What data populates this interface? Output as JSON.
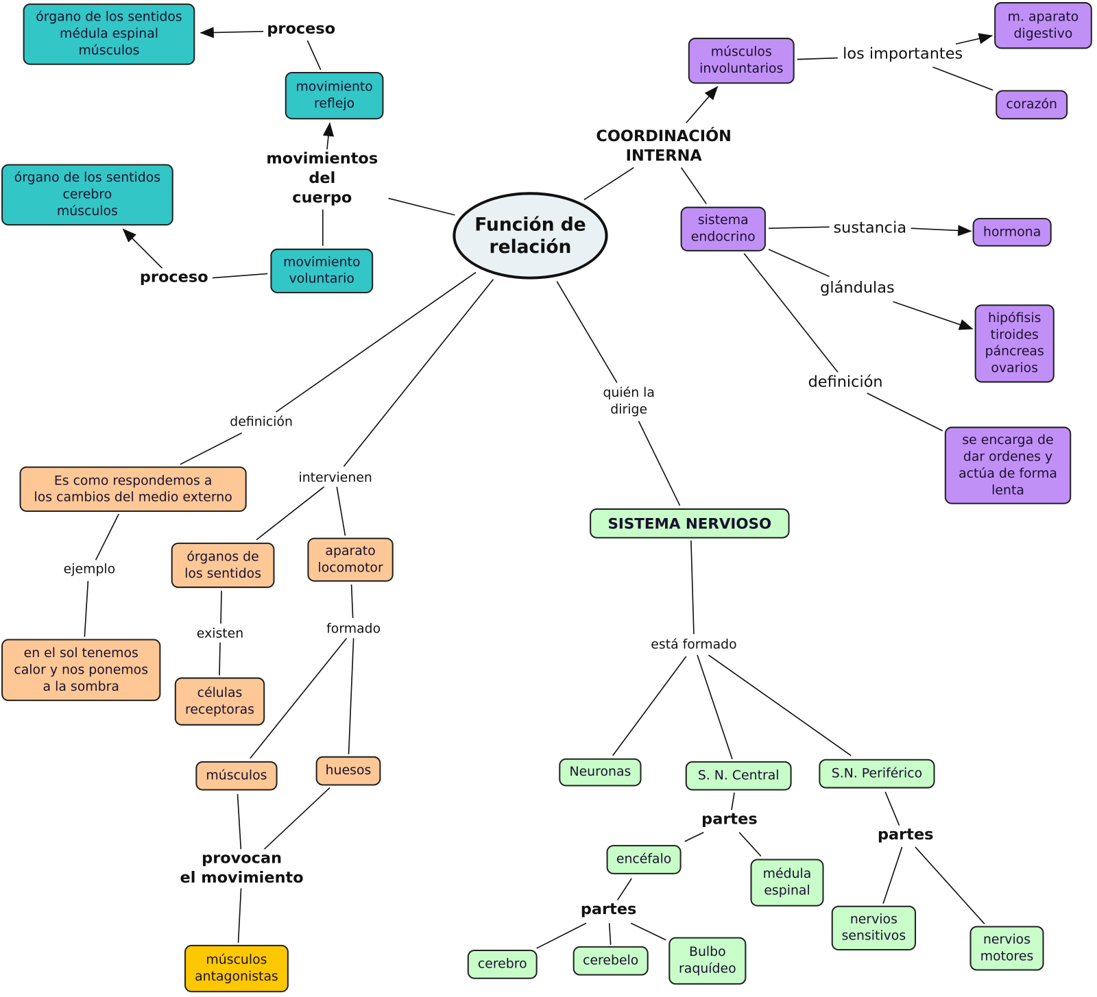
{
  "center": "Función de\nrelación",
  "left_top": {
    "reflex_proceso_target": "órgano de los sentidos\nmédula espinal\nmúsculos",
    "proceso_1": "proceso",
    "movimiento_reflejo": "movimiento\nreflejo",
    "movimientos_del_cuerpo": "movimientos\ndel\ncuerpo",
    "voluntary_proceso_target": "órgano de los sentidos\ncerebro\nmúsculos",
    "proceso_2": "proceso",
    "movimiento_voluntario": "movimiento\nvoluntario"
  },
  "right_top": {
    "coordinacion": "COORDINACIÓN\nINTERNA",
    "musculos_involuntarios": "músculos\ninvoluntarios",
    "los_importantes": "los importantes",
    "aparato_digestivo": "m. aparato\ndigestivo",
    "corazon": "corazón",
    "sistema_endocrino": "sistema\nendocrino",
    "sustancia": "sustancia",
    "hormona": "hormona",
    "glandulas": "glándulas",
    "glandulas_list": "hipófisis\ntiroides\npáncreas\novarios",
    "definicion": "definición",
    "definicion_text": "se encarga de\ndar ordenes y\nactúa de forma\nlenta"
  },
  "left_bottom": {
    "definicion": "definición",
    "definicion_text": "Es como respondemos a\nlos cambios del medio externo",
    "ejemplo": "ejemplo",
    "ejemplo_text": "en el sol tenemos\ncalor y nos ponemos\na la sombra",
    "intervienen": "intervienen",
    "organos_sentidos": "órganos de\nlos sentidos",
    "existen": "existen",
    "celulas_receptoras": "células\nreceptoras",
    "aparato_locomotor": "aparato\nlocomotor",
    "formado": "formado",
    "musculos": "músculos",
    "huesos": "huesos",
    "provocan": "provocan\nel movimiento",
    "musculos_antagonistas": "músculos\nantagonistas"
  },
  "right_bottom": {
    "quien_la_dirige": "quién la\ndirige",
    "sistema_nervioso": "SISTEMA NERVIOSO",
    "esta_formado": "está formado",
    "neuronas": "Neuronas",
    "sn_central": "S. N. Central",
    "sn_periferico": "S.N. Periférico",
    "partes_central": "partes",
    "encefalo": "encéfalo",
    "medula_espinal": "médula\nespinal",
    "partes_encefalo": "partes",
    "cerebro": "cerebro",
    "cerebelo": "cerebelo",
    "bulbo": "Bulbo\nraquídeo",
    "partes_periferico": "partes",
    "nervios_sensitivos": "nervios\nsensitivos",
    "nervios_motores": "nervios\nmotores"
  },
  "colors": {
    "teal": "#33c6c6",
    "purple": "#c190f6",
    "orange": "#fdc896",
    "gold": "#fdc800",
    "green": "#c8fcc8",
    "center": "#e9f1f4"
  }
}
